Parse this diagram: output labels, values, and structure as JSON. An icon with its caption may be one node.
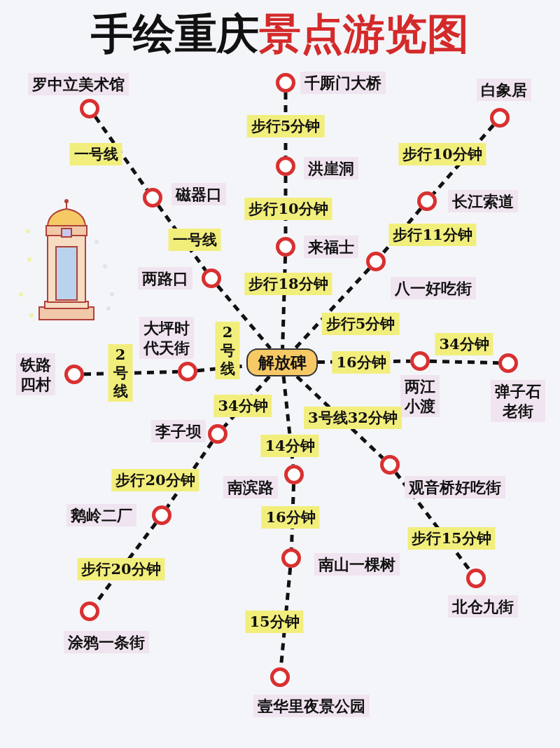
{
  "diagram": {
    "title": "手绘重庆景点游览图",
    "nodes": [
      {
        "text": [],
        "shape": "circle",
        "beside": [
          "罗中立美术馆"
        ]
      },
      {
        "text": [],
        "shape": "circle",
        "beside": [
          "磁器口"
        ]
      },
      {
        "text": [],
        "shape": "circle",
        "beside": [
          "两路口"
        ]
      },
      {
        "text": [],
        "shape": "circle",
        "beside": [
          "千厮门大桥"
        ]
      },
      {
        "text": [],
        "shape": "circle",
        "beside": [
          "洪崖洞"
        ]
      },
      {
        "text": [],
        "shape": "circle",
        "beside": [
          "来福士"
        ]
      },
      {
        "text": [],
        "shape": "circle",
        "beside": [
          "白象居"
        ]
      },
      {
        "text": [],
        "shape": "circle",
        "beside": [
          "长江索道"
        ]
      },
      {
        "text": [],
        "shape": "circle",
        "beside": [
          "八一好吃街"
        ]
      },
      {
        "text": [],
        "shape": "circle",
        "beside": [
          "铁路四村"
        ]
      },
      {
        "text": [],
        "shape": "circle",
        "beside": [
          "大坪时代天街"
        ]
      },
      {
        "text": [
          "解放碑"
        ]
      },
      {
        "text": [],
        "shape": "circle",
        "beside": [
          "两江小渡"
        ]
      },
      {
        "text": [],
        "shape": "circle",
        "beside": [
          "弹子石老街"
        ]
      },
      {
        "text": [],
        "shape": "circle",
        "beside": [
          "李子坝"
        ]
      },
      {
        "text": [],
        "shape": "circle",
        "beside": [
          "鹅岭二厂"
        ]
      },
      {
        "text": [],
        "shape": "circle",
        "beside": [
          "涂鸦一条街"
        ]
      },
      {
        "text": [],
        "shape": "circle",
        "beside": [
          "南滨路"
        ]
      },
      {
        "text": [],
        "shape": "circle",
        "beside": [
          "南山一棵树"
        ]
      },
      {
        "text": [],
        "shape": "circle",
        "beside": [
          "壹华里夜景公园"
        ]
      },
      {
        "text": [],
        "shape": "circle",
        "beside": [
          "观音桥好吃街"
        ]
      },
      {
        "text": [],
        "shape": "circle",
        "beside": [
          "北仓九街"
        ]
      }
    ],
    "edges": [
      {
        "from": 0,
        "to": 1,
        "arrow": "none",
        "label": "一号线"
      },
      {
        "from": 1,
        "to": 2,
        "arrow": "none",
        "label": "一号线"
      },
      {
        "from": 2,
        "to": 11,
        "arrow": "none"
      },
      {
        "from": 3,
        "to": 4,
        "arrow": "none",
        "label": "步行5分钟"
      },
      {
        "from": 4,
        "to": 5,
        "arrow": "none",
        "label": "步行10分钟"
      },
      {
        "from": 5,
        "to": 11,
        "arrow": "none",
        "label": "步行18分钟"
      },
      {
        "from": 6,
        "to": 7,
        "arrow": "none",
        "label": "步行10分钟"
      },
      {
        "from": 7,
        "to": 8,
        "arrow": "none",
        "label": "步行11分钟"
      },
      {
        "from": 8,
        "to": 11,
        "arrow": "none",
        "label": "步行5分钟"
      },
      {
        "from": 9,
        "to": 10,
        "arrow": "none",
        "label": "2号线"
      },
      {
        "from": 10,
        "to": 11,
        "arrow": "none",
        "label": "2号线"
      },
      {
        "from": 11,
        "to": 12,
        "arrow": "none",
        "label": "16分钟"
      },
      {
        "from": 12,
        "to": 13,
        "arrow": "none",
        "label": "34分钟"
      },
      {
        "from": 11,
        "to": 14,
        "arrow": "none",
        "label": "34分钟"
      },
      {
        "from": 14,
        "to": 15,
        "arrow": "none",
        "label": "步行20分钟"
      },
      {
        "from": 15,
        "to": 16,
        "arrow": "none",
        "label": "步行20分钟"
      },
      {
        "from": 11,
        "to": 17,
        "arrow": "none",
        "label": "14分钟"
      },
      {
        "from": 17,
        "to": 18,
        "arrow": "none",
        "label": "16分钟"
      },
      {
        "from": 18,
        "to": 19,
        "arrow": "none",
        "label": "15分钟"
      },
      {
        "from": 11,
        "to": 20,
        "arrow": "none",
        "label": "3号线32分钟"
      },
      {
        "from": 20,
        "to": 21,
        "arrow": "none",
        "label": "步行15分钟"
      }
    ]
  }
}
